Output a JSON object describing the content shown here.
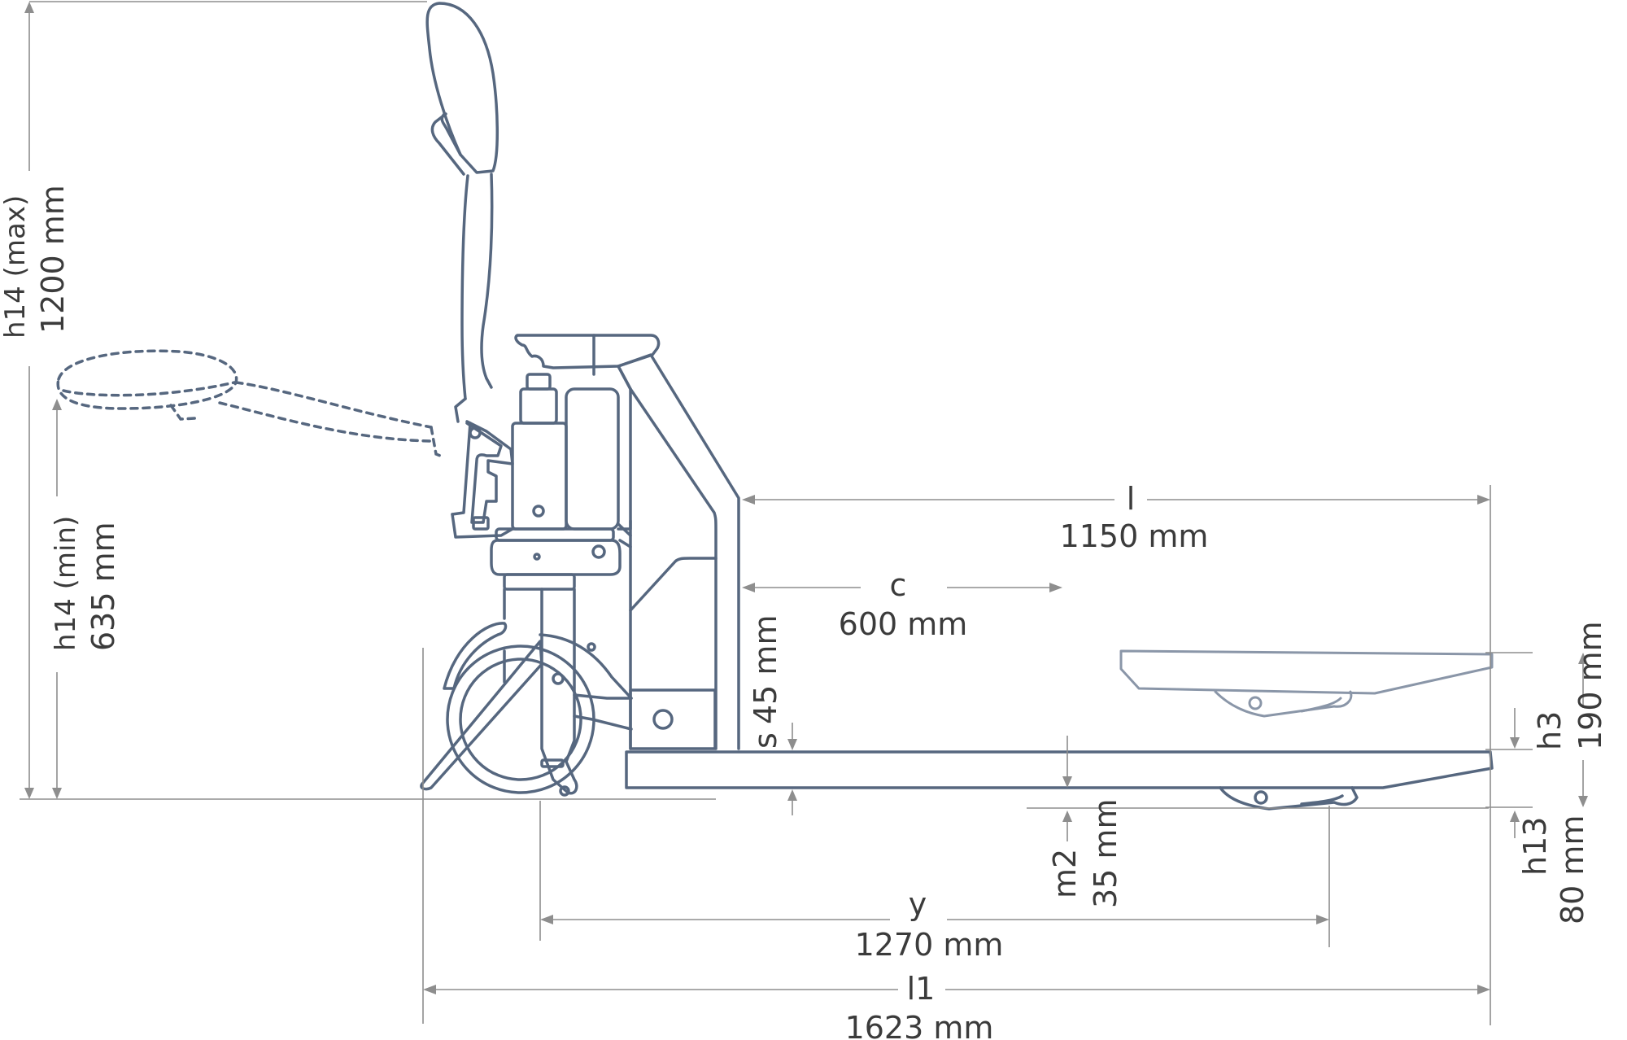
{
  "dimensions": {
    "h14_max": {
      "name": "h14 (max)",
      "value": "1200 mm"
    },
    "h14_min": {
      "name": "h14 (min)",
      "value": "635  mm"
    },
    "l": {
      "name": "l",
      "value": "1150 mm"
    },
    "c": {
      "name": "c",
      "value": "600 mm"
    },
    "s": {
      "name": "s",
      "value": "45 mm"
    },
    "h3": {
      "name": "h3",
      "value": "190 mm"
    },
    "h13": {
      "name": "h13",
      "value": "80 mm"
    },
    "m2": {
      "name": "m2",
      "value": "35 mm"
    },
    "y": {
      "name": "y",
      "value": "1270 mm"
    },
    "l1": {
      "name": "l1",
      "value": "1623 mm"
    }
  },
  "colors": {
    "outline": "#56677f",
    "dimension_line": "#8e8e8e",
    "text": "#3b3b3b"
  }
}
